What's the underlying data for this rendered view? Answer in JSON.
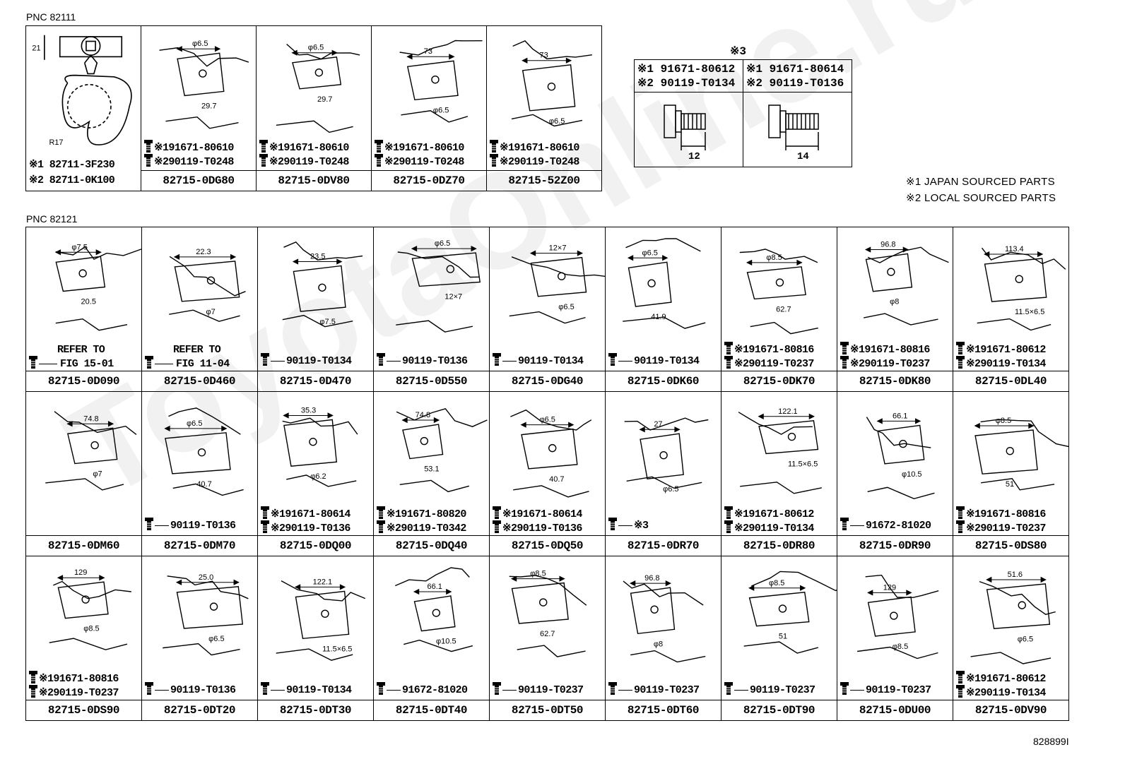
{
  "pnc_top": "PNC 82111",
  "pnc_bottom": "PNC 82121",
  "figure_id": "828899I",
  "watermark": "ToyotaOnline.ru",
  "legend": {
    "l1": "※1 JAPAN SOURCED PARTS",
    "l2": "※2 LOCAL SOURCED PARTS"
  },
  "s3": {
    "title": "※3",
    "col1": {
      "l1": "※1 91671-80612",
      "l2": "※2 90119-T0134",
      "dim": "12"
    },
    "col2": {
      "l1": "※1 91671-80614",
      "l2": "※2 90119-T0136",
      "dim": "14"
    }
  },
  "top_cells": [
    {
      "l1": "※1 82711-3F230",
      "l2": "※2 82711-0K100",
      "pn": "",
      "dims": [
        "21",
        "R17"
      ]
    },
    {
      "l1": "※191671-80610",
      "l2": "※290119-T0248",
      "pn": "82715-0DG80",
      "dims": [
        "φ6.5",
        "29.7"
      ]
    },
    {
      "l1": "※191671-80610",
      "l2": "※290119-T0248",
      "pn": "82715-0DV80",
      "dims": [
        "φ6.5",
        "29.7"
      ]
    },
    {
      "l1": "※191671-80610",
      "l2": "※290119-T0248",
      "pn": "82715-0DZ70",
      "dims": [
        "73",
        "φ6.5"
      ]
    },
    {
      "l1": "※191671-80610",
      "l2": "※290119-T0248",
      "pn": "82715-52Z00",
      "dims": [
        "73",
        "φ6.5"
      ]
    }
  ],
  "rows": [
    [
      {
        "l1": "REFER TO",
        "l2": "FIG 15-01",
        "pn": "82715-0D090",
        "dims": [
          "φ7.5",
          "20.5"
        ]
      },
      {
        "l1": "REFER TO",
        "l2": "FIG 11-04",
        "pn": "82715-0D460",
        "dims": [
          "22.3",
          "φ7"
        ]
      },
      {
        "l1": "",
        "l2": "90119-T0134",
        "pn": "82715-0D470",
        "dims": [
          "23.5",
          "φ7.5"
        ]
      },
      {
        "l1": "",
        "l2": "90119-T0136",
        "pn": "82715-0D550",
        "dims": [
          "φ6.5",
          "12×7"
        ]
      },
      {
        "l1": "",
        "l2": "90119-T0134",
        "pn": "82715-0DG40",
        "dims": [
          "12×7",
          "φ6.5"
        ]
      },
      {
        "l1": "",
        "l2": "90119-T0134",
        "pn": "82715-0DK60",
        "dims": [
          "φ6.5",
          "41.9"
        ]
      },
      {
        "l1": "※191671-80816",
        "l2": "※290119-T0237",
        "pn": "82715-0DK70",
        "dims": [
          "φ8.5",
          "62.7"
        ]
      },
      {
        "l1": "※191671-80816",
        "l2": "※290119-T0237",
        "pn": "82715-0DK80",
        "dims": [
          "96.8",
          "φ8"
        ]
      },
      {
        "l1": "※191671-80612",
        "l2": "※290119-T0134",
        "pn": "82715-0DL40",
        "dims": [
          "113.4",
          "11.5×6.5"
        ]
      }
    ],
    [
      {
        "l1": "",
        "l2": "",
        "pn": "82715-0DM60",
        "dims": [
          "74.8",
          "φ7"
        ]
      },
      {
        "l1": "",
        "l2": "90119-T0136",
        "pn": "82715-0DM70",
        "dims": [
          "φ6.5",
          "40.7"
        ]
      },
      {
        "l1": "※191671-80614",
        "l2": "※290119-T0136",
        "pn": "82715-0DQ00",
        "dims": [
          "35.3",
          "φ6.2"
        ]
      },
      {
        "l1": "※191671-80820",
        "l2": "※290119-T0342",
        "pn": "82715-0DQ40",
        "dims": [
          "74.8",
          "53.1"
        ]
      },
      {
        "l1": "※191671-80614",
        "l2": "※290119-T0136",
        "pn": "82715-0DQ50",
        "dims": [
          "φ6.5",
          "40.7"
        ]
      },
      {
        "l1": "",
        "l2": "※3",
        "pn": "82715-0DR70",
        "dims": [
          "27",
          "φ6.5"
        ]
      },
      {
        "l1": "※191671-80612",
        "l2": "※290119-T0134",
        "pn": "82715-0DR80",
        "dims": [
          "122.1",
          "11.5×6.5"
        ]
      },
      {
        "l1": "",
        "l2": "91672-81020",
        "pn": "82715-0DR90",
        "dims": [
          "66.1",
          "φ10.5"
        ]
      },
      {
        "l1": "※191671-80816",
        "l2": "※290119-T0237",
        "pn": "82715-0DS80",
        "dims": [
          "φ8.5",
          "51"
        ]
      }
    ],
    [
      {
        "l1": "※191671-80816",
        "l2": "※290119-T0237",
        "pn": "82715-0DS90",
        "dims": [
          "129",
          "φ8.5"
        ]
      },
      {
        "l1": "",
        "l2": "90119-T0136",
        "pn": "82715-0DT20",
        "dims": [
          "25.0",
          "φ6.5"
        ]
      },
      {
        "l1": "",
        "l2": "90119-T0134",
        "pn": "82715-0DT30",
        "dims": [
          "122.1",
          "11.5×6.5"
        ]
      },
      {
        "l1": "",
        "l2": "91672-81020",
        "pn": "82715-0DT40",
        "dims": [
          "66.1",
          "φ10.5"
        ]
      },
      {
        "l1": "",
        "l2": "90119-T0237",
        "pn": "82715-0DT50",
        "dims": [
          "φ8.5",
          "62.7"
        ]
      },
      {
        "l1": "",
        "l2": "90119-T0237",
        "pn": "82715-0DT60",
        "dims": [
          "96.8",
          "φ8"
        ]
      },
      {
        "l1": "",
        "l2": "90119-T0237",
        "pn": "82715-0DT90",
        "dims": [
          "φ8.5",
          "51"
        ]
      },
      {
        "l1": "",
        "l2": "90119-T0237",
        "pn": "82715-0DU00",
        "dims": [
          "129",
          "φ8.5"
        ]
      },
      {
        "l1": "※191671-80612",
        "l2": "※290119-T0134",
        "pn": "82715-0DV90",
        "dims": [
          "51.6",
          "φ6.5"
        ]
      }
    ]
  ]
}
